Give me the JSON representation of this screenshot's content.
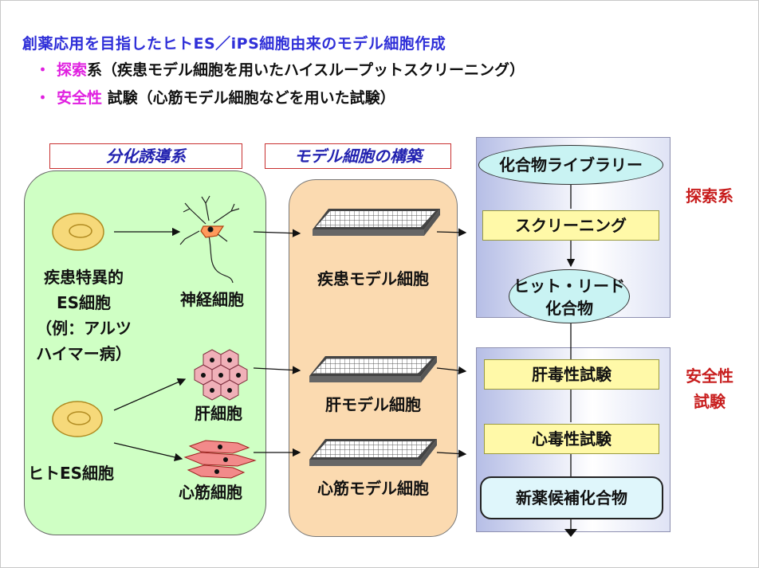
{
  "title": "創薬応用を目指したヒトES／iPS細胞由来のモデル細胞作成",
  "bullets": [
    {
      "dot": "・",
      "highlight": "探索",
      "rest": "系（疾患モデル細胞を用いたハイスループットスクリーニング）"
    },
    {
      "dot": "・",
      "highlight": "安全性",
      "rest": " 試験（心筋モデル細胞などを用いた試験）"
    }
  ],
  "headers": {
    "differentiation": "分化誘導系",
    "model": "モデル細胞の構築"
  },
  "left_panel": {
    "disease_es": [
      "疾患特異的",
      "ES細胞",
      "（例：アルツ",
      "ハイマー病）"
    ],
    "human_es": "ヒトES細胞",
    "neuron": "神経細胞",
    "liver": "肝細胞",
    "cardio": "心筋細胞"
  },
  "middle_panel": {
    "disease_model": "疾患モデル細胞",
    "liver_model": "肝モデル細胞",
    "cardio_model": "心筋モデル細胞"
  },
  "right_column": {
    "library": "化合物ライブラリー",
    "screening": "スクリーニング",
    "hit_lead": [
      "ヒット・リード",
      "化合物"
    ],
    "liver_tox": "肝毒性試験",
    "cardio_tox": "心毒性試験",
    "candidate": "新薬候補化合物"
  },
  "side_labels": {
    "discovery": "探索系",
    "safety": [
      "安全性",
      "試験"
    ]
  },
  "colors": {
    "title": "#2f2fd8",
    "highlight": "#e020e0",
    "side_label": "#c81e1e",
    "green_panel": "#cfffc4",
    "orange_panel": "#fbdab0",
    "yellow_box": "#fff9a8",
    "cyan_ellipse": "#c9f3f3"
  }
}
